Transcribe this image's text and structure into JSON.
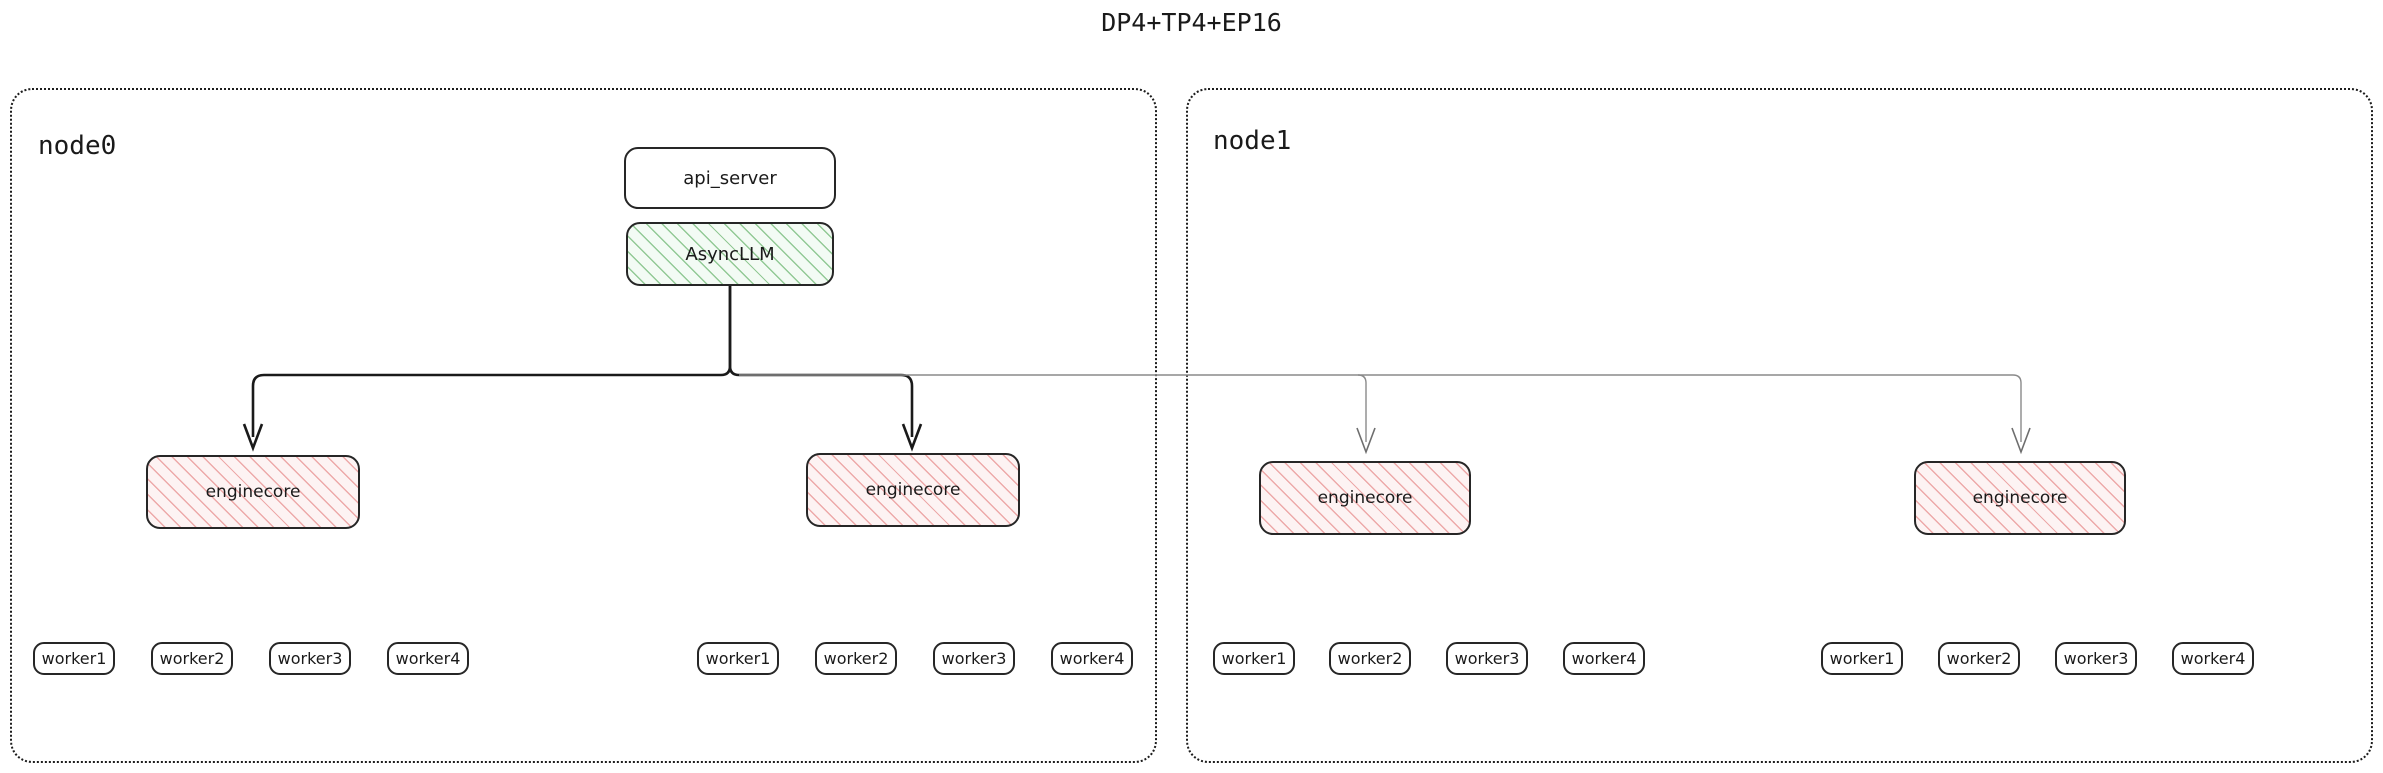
{
  "diagram": {
    "title": "DP4+TP4+EP16",
    "type": "deployment-topology",
    "colors": {
      "border": "#262626",
      "node_border": "#1d1d1d",
      "asyncllm_hatch": "#43a047",
      "enginecore_hatch": "#e06c6c",
      "edge_strong": "#1a1a1a",
      "edge_faint": "#8a8a8a",
      "background": "#ffffff"
    }
  },
  "top": {
    "api_server": "api_server",
    "asyncllm": "AsyncLLM"
  },
  "nodes": [
    {
      "label": "node0",
      "enginecores": [
        {
          "label": "enginecore",
          "workers": [
            "worker1",
            "worker2",
            "worker3",
            "worker4"
          ]
        },
        {
          "label": "enginecore",
          "workers": [
            "worker1",
            "worker2",
            "worker3",
            "worker4"
          ]
        }
      ]
    },
    {
      "label": "node1",
      "enginecores": [
        {
          "label": "enginecore",
          "workers": [
            "worker1",
            "worker2",
            "worker3",
            "worker4"
          ]
        },
        {
          "label": "enginecore",
          "workers": [
            "worker1",
            "worker2",
            "worker3",
            "worker4"
          ]
        }
      ]
    }
  ]
}
